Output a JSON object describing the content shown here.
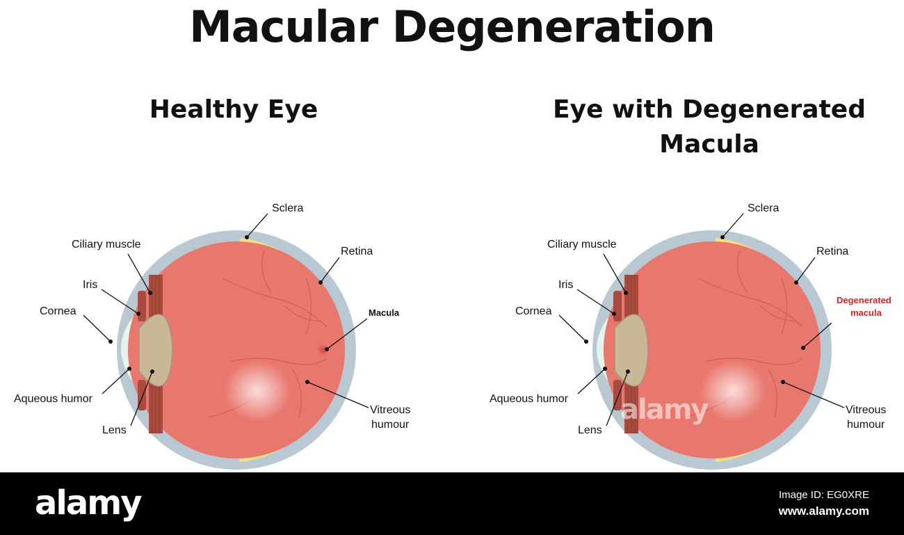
{
  "title": "Macular Degeneration",
  "healthy": {
    "title": "Healthy Eye",
    "labels": {
      "sclera": "Sclera",
      "ciliary_muscle": "Ciliary muscle",
      "retina": "Retina",
      "iris": "Iris",
      "cornea": "Cornea",
      "macula": "Macula",
      "aqueous_humor": "Aqueous humor",
      "lens": "Lens",
      "vitreous_1": "Vitreous",
      "vitreous_2": "humour"
    }
  },
  "degenerated": {
    "title": "Eye with Degenerated Macula",
    "labels": {
      "sclera": "Sclera",
      "ciliary_muscle": "Ciliary muscle",
      "retina": "Retina",
      "iris": "Iris",
      "cornea": "Cornea",
      "degenerated_1": "Degenerated",
      "degenerated_2": "macula",
      "aqueous_humor": "Aqueous humor",
      "lens": "Lens",
      "vitreous_1": "Vitreous",
      "vitreous_2": "humour"
    }
  },
  "colors": {
    "sclera": "#b9c9d3",
    "retina": "#f6e27a",
    "vitreous": "#e8776e",
    "lens": "#c9b898",
    "cornea": "#e4f6ec",
    "muscle": "#a84a3e",
    "macula_spot": "#e0443c",
    "highlight": "#ffffff",
    "degenerated_label": "#e02020"
  },
  "watermark": {
    "brand": "alamy",
    "image_id": "Image ID: EG0XRE",
    "url": "www.alamy.com"
  }
}
